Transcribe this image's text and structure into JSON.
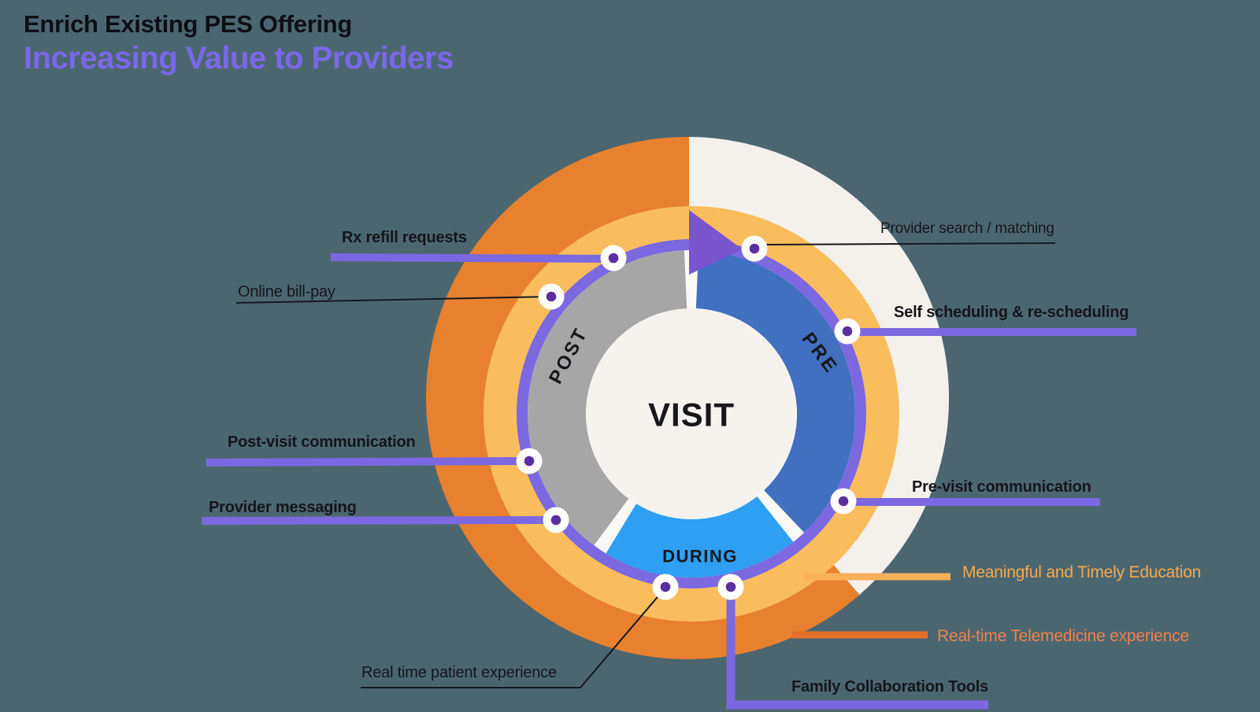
{
  "header": {
    "heading": "Enrich Existing PES Offering",
    "subheading": "Increasing Value to Providers"
  },
  "diagram": {
    "center": "VISIT",
    "segments": {
      "pre": "PRE",
      "during": "DURING",
      "post": "POST"
    },
    "callouts": {
      "rx": "Rx refill requests",
      "billpay": "Online bill-pay",
      "postvisit": "Post-visit communication",
      "messaging": "Provider messaging",
      "realtime": "Real time patient experience",
      "search": "Provider search / matching",
      "selfsched": "Self scheduling & re-scheduling",
      "previsit": "Pre-visit communication",
      "education": "Meaningful and Timely Education",
      "telemedicine": "Real-time Telemedicine experience",
      "family": "Family Collaboration Tools"
    },
    "colors": {
      "background": "#4C6670",
      "outer_ring_orange": "#E8812E",
      "outer_ring_cream": "#F4F0EB",
      "inner_ring_yellow": "#F9BD5E",
      "accent_purple": "#7C68E0",
      "arrow_purple": "#7A55D0",
      "segment_pre_blue": "#4170C0",
      "segment_during_blue": "#2E9FF3",
      "segment_post_gray": "#A6A6A6",
      "center_circle": "#F6F3EF",
      "dot_core_purple": "#5B2F9E",
      "education_line_orange": "#F8B158",
      "telemedicine_line_orange": "#E2702B",
      "education_text_orange": "#F6A84C",
      "telemedicine_text_orange": "#EF8150"
    }
  }
}
